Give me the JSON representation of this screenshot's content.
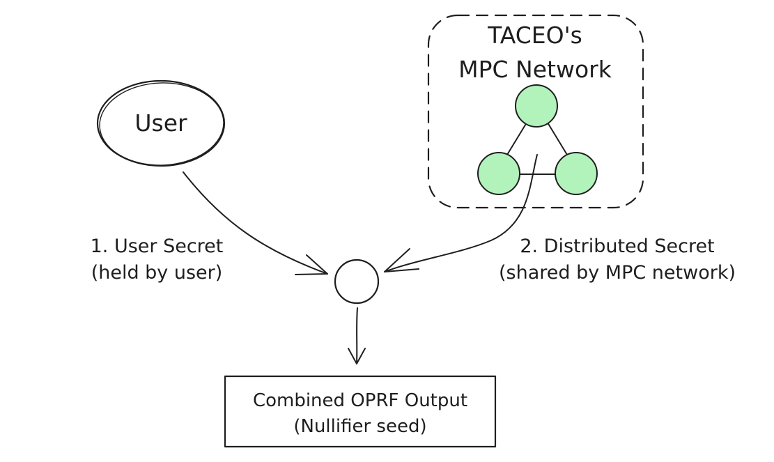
{
  "colors": {
    "ink": "#1e1e1e",
    "node_fill": "#b2f2bb",
    "background": "#ffffff"
  },
  "user": {
    "label": "User"
  },
  "mpc_network": {
    "title_line1": "TACEO's",
    "title_line2": "MPC Network",
    "node_count": 3
  },
  "inputs": {
    "user_secret_line1": "1. User Secret",
    "user_secret_line2": "(held by user)",
    "distributed_secret_line1": "2. Distributed Secret",
    "distributed_secret_line2": "(shared by MPC network)"
  },
  "output": {
    "line1": "Combined OPRF Output",
    "line2": "(Nullifier seed)"
  }
}
